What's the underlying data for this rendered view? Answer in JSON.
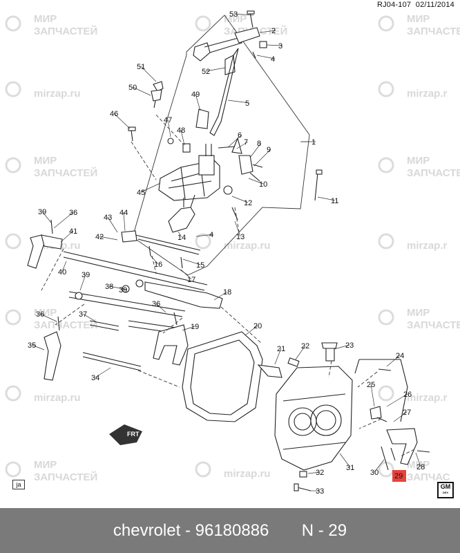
{
  "diagram": {
    "ref_code": "RJ04-107",
    "date": "02/11/2014",
    "lang_badge": "ja",
    "brand_badge": "GM",
    "brand_badge_sub": "DEX",
    "front_marker": "FRT",
    "highlight_color": "#e8423b",
    "highlighted_label": "29",
    "watermarks": {
      "line1": "МИР",
      "line2": "ЗАПЧАСТЕЙ",
      "site": "mirzap.ru",
      "site_short": "mirzap.r",
      "partial": "ЗАПЧАС"
    },
    "labels": [
      "53",
      "2",
      "3",
      "4",
      "52",
      "51",
      "50",
      "49",
      "5",
      "46",
      "47",
      "48",
      "1",
      "6",
      "7",
      "8",
      "9",
      "10",
      "45",
      "12",
      "11",
      "39",
      "36",
      "44",
      "43",
      "41",
      "42",
      "14",
      "4",
      "13",
      "16",
      "15",
      "40",
      "39",
      "38",
      "39",
      "17",
      "18",
      "36",
      "36",
      "37",
      "19",
      "20",
      "35",
      "21",
      "22",
      "23",
      "24",
      "34",
      "25",
      "26",
      "27",
      "28",
      "30",
      "31",
      "32",
      "33",
      "29"
    ]
  },
  "footer": {
    "brand": "chevrolet",
    "separator": "-",
    "part_number": "96180886",
    "position_label": "N - 29"
  }
}
